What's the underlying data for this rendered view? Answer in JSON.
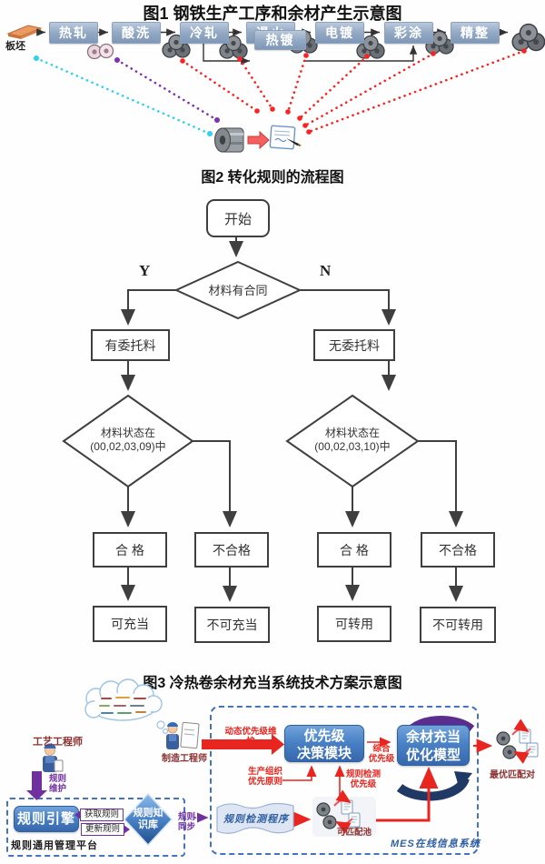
{
  "figure1": {
    "title": "图1 钢铁生产工序和余材产生示意图",
    "slab_label": "板坯",
    "steps": [
      "热轧",
      "酸洗",
      "冷轧",
      "退火",
      "电镀",
      "彩涂",
      "精整"
    ],
    "branch_step": "热镀"
  },
  "figure2": {
    "title": "图2  转化规则的流程图",
    "start": "开始",
    "decision_contract": "材料有合同",
    "yes": "Y",
    "no": "N",
    "entrust_yes": "有委托料",
    "entrust_no": "无委托料",
    "state_left_line1": "材料状态在",
    "state_left_line2": "(00,02,03,09)中",
    "state_right_line1": "材料状态在",
    "state_right_line2": "(00,02,03,10)中",
    "qualified": "合  格",
    "unqualified": "不合格",
    "can_serve": "可充当",
    "cannot_serve": "不可充当",
    "can_transfer": "可转用",
    "cannot_transfer": "不可转用"
  },
  "figure3": {
    "title": "图3  冷热卷余材充当系统技术方案示意图",
    "process_engineer": "工艺工程师",
    "manufacturing_engineer": "制造工程师",
    "rule_maintain_line1": "规则",
    "rule_maintain_line2": "维护",
    "rule_engine": "规则引擎",
    "get_rules": "获取规则",
    "update_rules": "更新规则",
    "knowledge_base_line1": "规则知",
    "knowledge_base_line2": "识库",
    "platform_label": "规则通用管理平台",
    "rule_sync_line1": "规则",
    "rule_sync_line2": "同步",
    "dynamic_priority": "动态优先级维护",
    "priority_module_line1": "优先级",
    "priority_module_line2": "决策模块",
    "combined_line1": "综合",
    "combined_line2": "优先级",
    "optimize_model_line1": "余材充当",
    "optimize_model_line2": "优化模型",
    "best_match": "最优匹配对",
    "production_line1": "生产组织",
    "production_line2": "优先原则",
    "rule_check_line1": "规则检测",
    "rule_check_line2": "优先级",
    "rule_check_program": "规则检测程序",
    "match_pool": "可匹配池",
    "mes_label": "MES在线信息系统"
  },
  "colors": {
    "process_box_blue": "#8fa8c4",
    "flow_line_dark": "#3f3f3f",
    "red_accent": "#e8251f",
    "purple_accent": "#7030a0",
    "cyan_accent": "#2fd0f0",
    "module_blue": "#4a82c6",
    "dash_border_blue": "#4472c4",
    "mes_text_blue": "#2e5fa3",
    "maroon_text": "#8b3030"
  }
}
